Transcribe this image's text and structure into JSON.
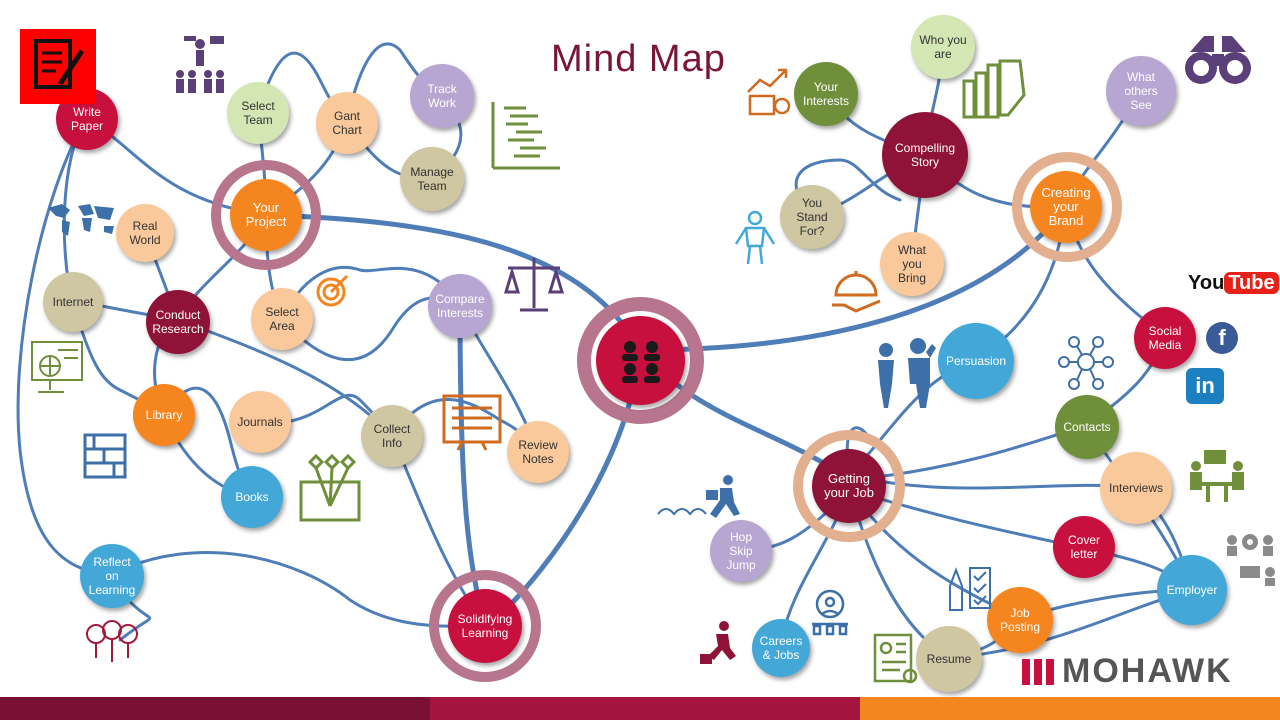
{
  "title": "Mind Map",
  "brand": "MOHAWK",
  "social": {
    "youtube": "YouTube",
    "facebook": "f",
    "linkedin": "in"
  },
  "colors": {
    "maroon": "#8f1238",
    "red": "#c8103e",
    "orange": "#f5851f",
    "green": "#6f8f3a",
    "lavender": "#b7a6d2",
    "peach": "#f9c99b",
    "lightgreen": "#d3e6b4",
    "tan": "#cfc6a2",
    "blue": "#43a8d8",
    "line": "#4f7db8"
  },
  "nodes": {
    "writePaper": "Write\nPaper",
    "selectTeam": "Select\nTeam",
    "gantChart": "Gant\nChart",
    "trackWork": "Track\nWork",
    "manageTeam": "Manage\nTeam",
    "yourProject": "Your\nProject",
    "realWorld": "Real\nWorld",
    "internet": "Internet",
    "conductResearch": "Conduct\nResearch",
    "selectArea": "Select\nArea",
    "compareInterests": "Compare\nInterests",
    "library": "Library",
    "journals": "Journals",
    "collectInfo": "Collect\nInfo",
    "reviewNotes": "Review\nNotes",
    "books": "Books",
    "reflectOnLearning": "Reflect\non\nLearning",
    "solidifyingLearning": "Solidifying\nLearning",
    "yourInterests": "Your\nInterests",
    "whoYouAre": "Who you\nare",
    "whatOthersSee": "What\nothers\nSee",
    "compellingStory": "Compelling\nStory",
    "youStandFor": "You\nStand\nFor?",
    "whatYouBring": "What\nyou\nBring",
    "creatingYourBrand": "Creating\nyour\nBrand",
    "persuasion": "Persuasion",
    "socialMedia": "Social\nMedia",
    "contacts": "Contacts",
    "gettingYourJob": "Getting\nyour Job",
    "interviews": "Interviews",
    "coverLetter": "Cover\nletter",
    "hopSkipJump": "Hop\nSkip\nJump",
    "employer": "Employer",
    "jobPosting": "Job\nPosting",
    "careersJobs": "Careers\n& Jobs",
    "resume": "Resume"
  }
}
